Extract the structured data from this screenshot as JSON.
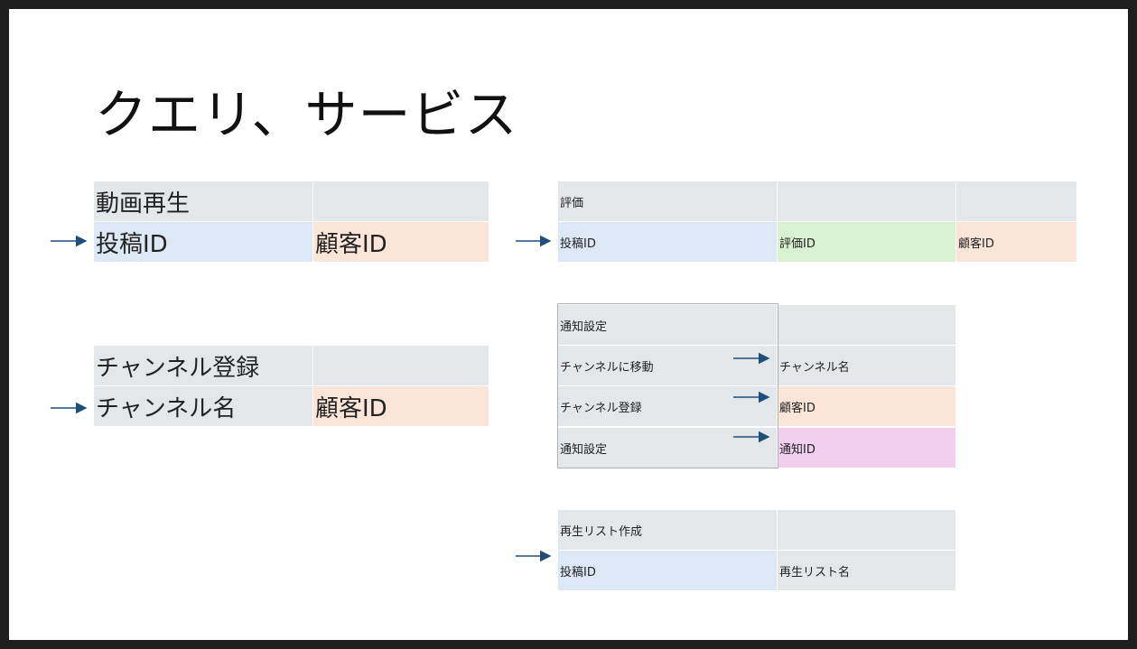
{
  "title": "クエリ、サービス",
  "video_play": {
    "header": "動画再生",
    "post_id": "投稿ID",
    "customer_id": "顧客ID"
  },
  "channel_register": {
    "header": "チャンネル登録",
    "channel_name": "チャンネル名",
    "customer_id": "顧客ID"
  },
  "rating": {
    "header": "評価",
    "post_id": "投稿ID",
    "rating_id": "評価ID",
    "customer_id": "顧客ID"
  },
  "notification": {
    "header": "通知設定",
    "rows": [
      "チャンネルに移動",
      "チャンネル登録",
      "通知設定"
    ],
    "keys": [
      "チャンネル名",
      "顧客ID",
      "通知ID"
    ]
  },
  "playlist": {
    "header": "再生リスト作成",
    "post_id": "投稿ID",
    "playlist_name": "再生リスト名"
  },
  "colors": {
    "header_gray": "#e4e7ea",
    "post_blue": "#dce8f5",
    "customer_peach": "#fbe5d8",
    "rating_green": "#d8f1d0",
    "notification_pink": "#f0d0ee",
    "arrow": "#1f4e79"
  }
}
